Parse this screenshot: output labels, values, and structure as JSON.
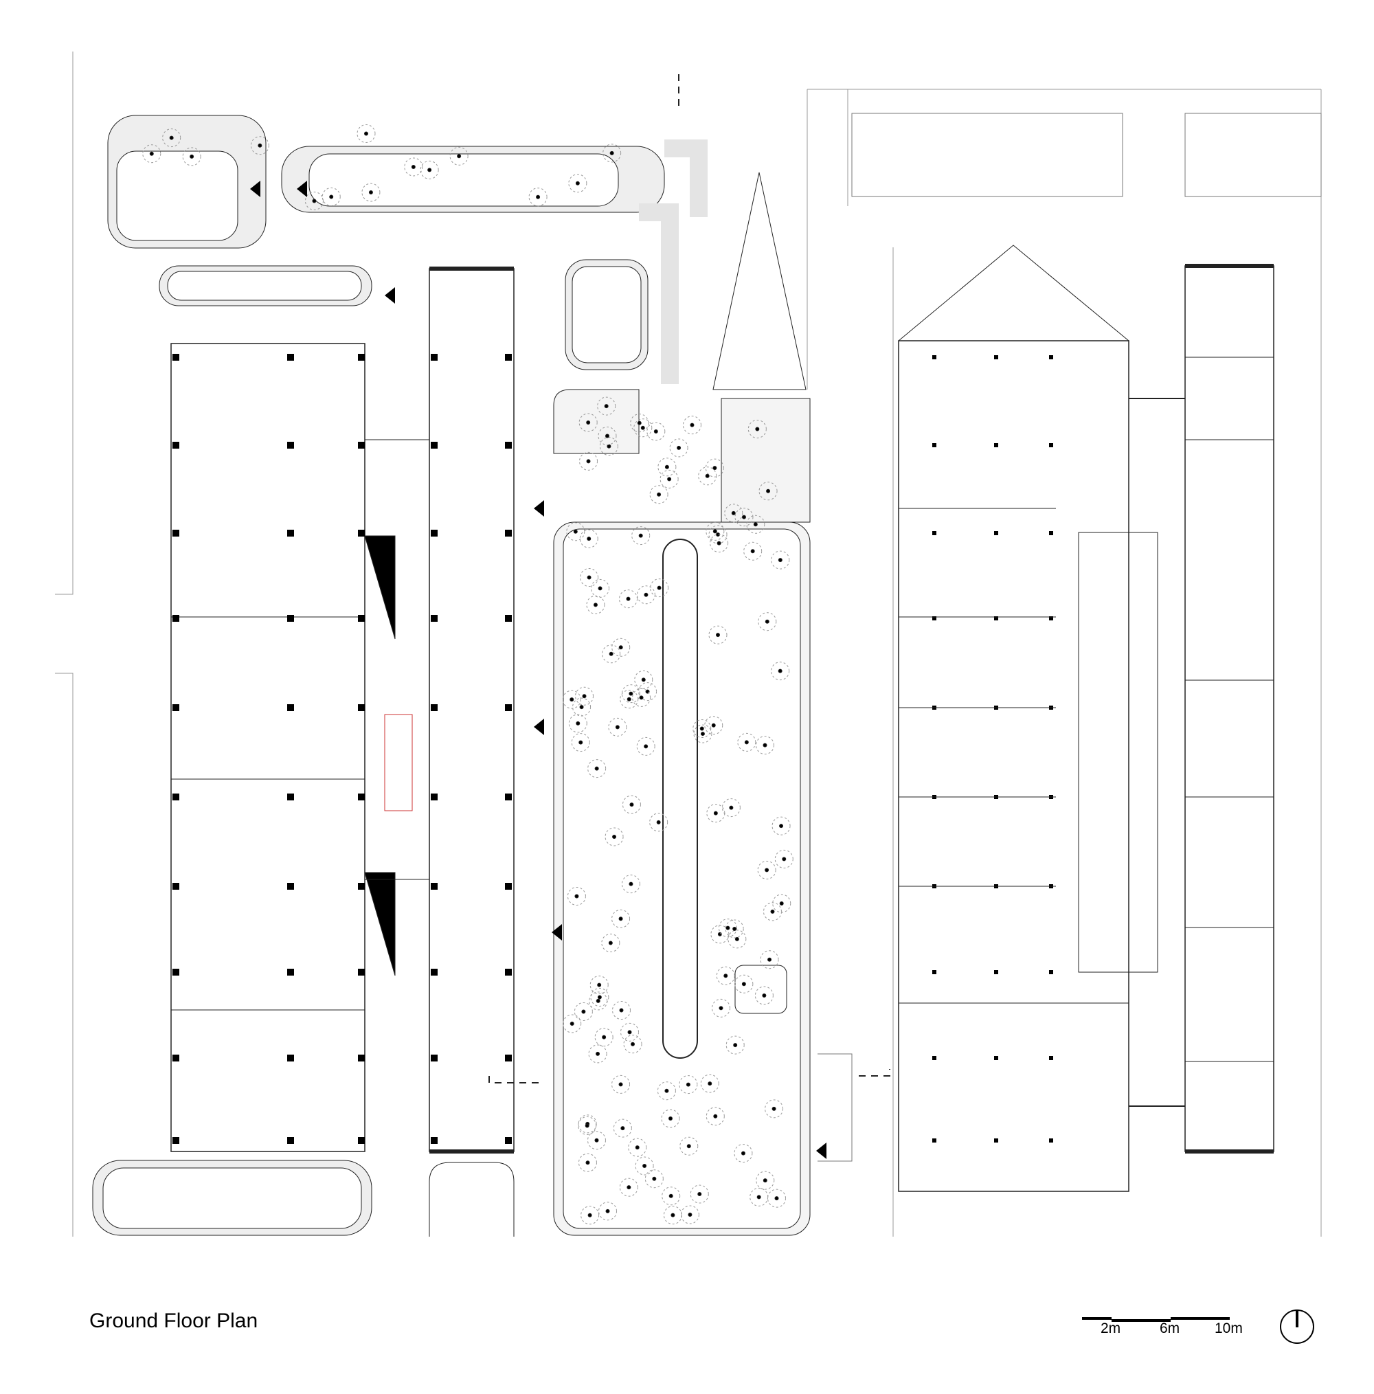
{
  "title": "Ground Floor Plan",
  "scale_bar": {
    "labels": [
      "2m",
      "6m",
      "10m"
    ]
  },
  "north_arrow": {
    "icon": "north-arrow-icon"
  }
}
